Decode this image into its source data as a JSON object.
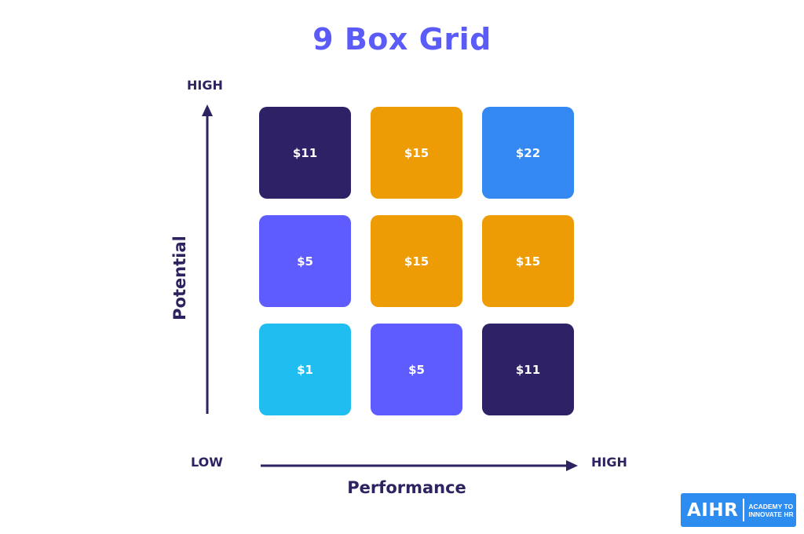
{
  "title": "9 Box Grid",
  "y_axis": {
    "title": "Potential",
    "high_label": "HIGH"
  },
  "x_axis": {
    "title": "Performance",
    "low_label": "LOW",
    "high_label": "HIGH"
  },
  "boxes": [
    {
      "label": "$11",
      "color": "#2E2166"
    },
    {
      "label": "$15",
      "color": "#EE9C06"
    },
    {
      "label": "$22",
      "color": "#3388F2"
    },
    {
      "label": "$5",
      "color": "#5E5CFF"
    },
    {
      "label": "$15",
      "color": "#EE9C06"
    },
    {
      "label": "$15",
      "color": "#EE9C06"
    },
    {
      "label": "$1",
      "color": "#1FBDF0"
    },
    {
      "label": "$5",
      "color": "#5E5CFF"
    },
    {
      "label": "$11",
      "color": "#2E2166"
    }
  ],
  "logo": {
    "main": "AIHR",
    "tagline": "ACADEMY TO INNOVATE HR"
  },
  "colors": {
    "title": "#5B5BF7",
    "axis": "#2E2260",
    "logo": "#2C8CF0"
  }
}
